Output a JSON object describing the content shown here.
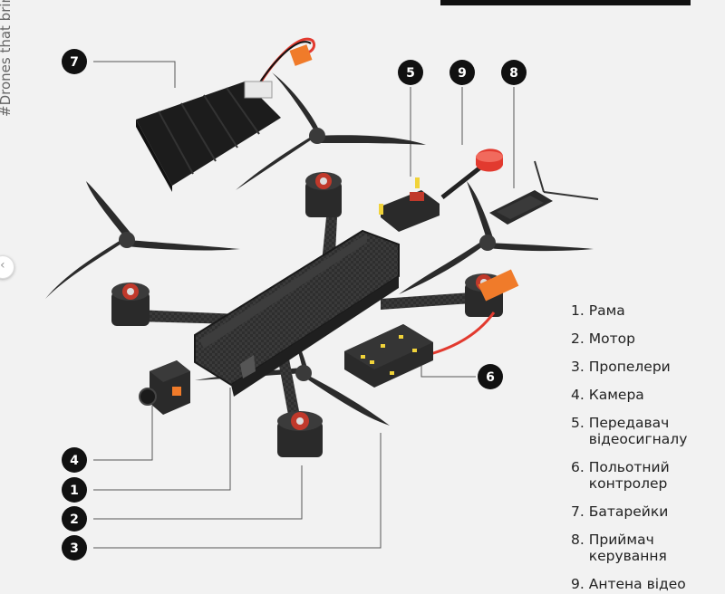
{
  "side_text": "#Drones that bring",
  "legend": [
    {
      "number": "1.",
      "label": "Рама"
    },
    {
      "number": "2.",
      "label": "Мотор"
    },
    {
      "number": "3.",
      "label": "Пропелери"
    },
    {
      "number": "4.",
      "label": "Камера"
    },
    {
      "number": "5.",
      "label": "Передавач\nвідеосигналу"
    },
    {
      "number": "6.",
      "label": "Польотний\nконтролер"
    },
    {
      "number": "7.",
      "label": "Батарейки"
    },
    {
      "number": "8.",
      "label": "Приймач\nкерування"
    },
    {
      "number": "9.",
      "label": "Антена відео"
    }
  ],
  "callouts": [
    "7",
    "5",
    "9",
    "8",
    "6",
    "4",
    "1",
    "2",
    "3"
  ],
  "colors": {
    "frame": "#2d2d2d",
    "propeller": "#2b2b2b",
    "motor_accent": "#c0392b",
    "battery": "#1c1c1c",
    "battery_wire_red": "#e23a2f",
    "connector": "#f07b2a",
    "badge": "#111111"
  }
}
